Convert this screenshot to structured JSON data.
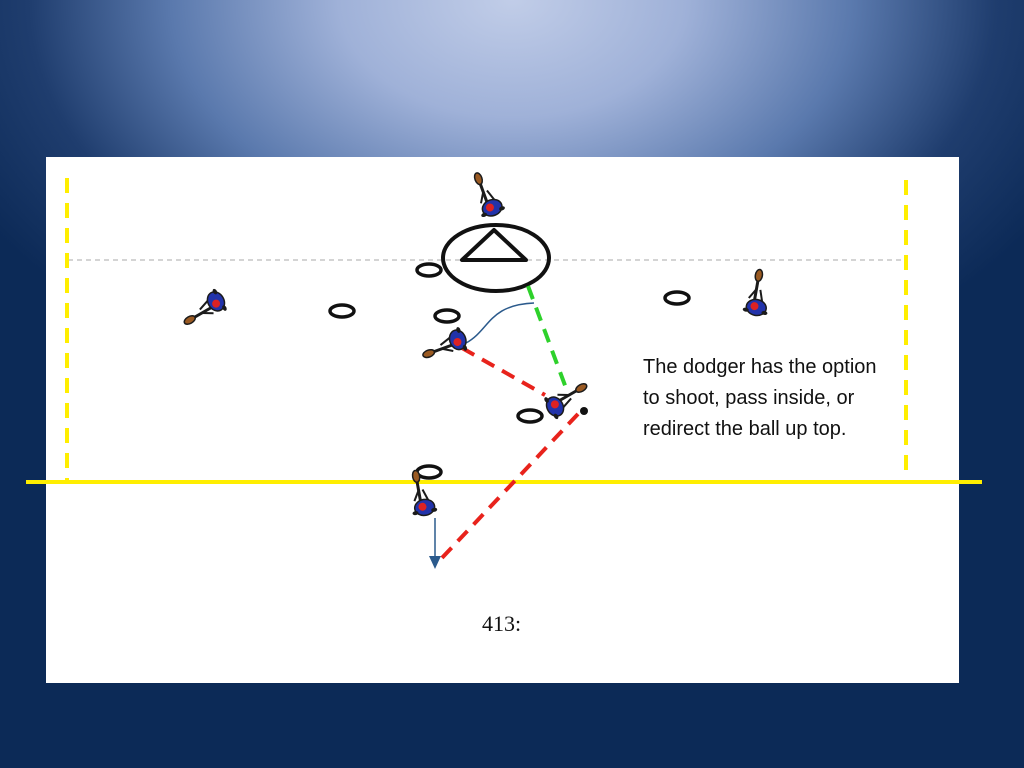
{
  "caption": {
    "lines": [
      "The dodger has the option",
      "to shoot, pass inside, or",
      "redirect the ball up top."
    ]
  },
  "slide_number": "413:",
  "colors": {
    "field": "#ffffff",
    "boundary_line": "#ffee00",
    "pass_option": "#e8231c",
    "shot_option": "#2ed12b",
    "player_body": "#2233aa",
    "player_accent": "#dd2222",
    "stick": "#8a4b1a",
    "movement_arrow": "#2b5a8c"
  },
  "icons": {
    "goal": "goal-crease-triangle-icon",
    "offensive_player": "lacrosse-player-icon",
    "defender": "defender-ring-icon",
    "ball": "ball-icon"
  }
}
